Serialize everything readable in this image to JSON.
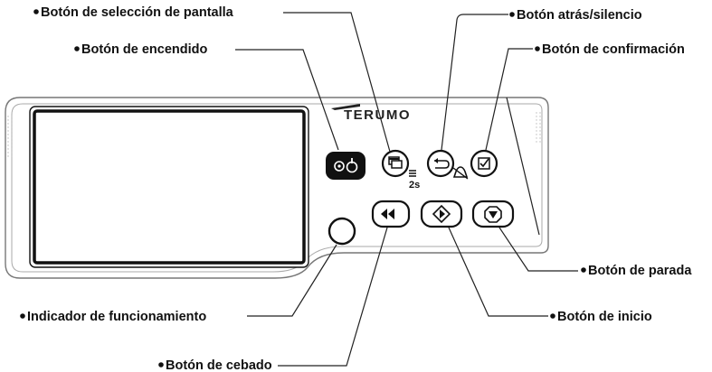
{
  "device": {
    "brand": "TERUMO",
    "hold_time": "2s"
  },
  "labels": {
    "screen_select": "Botón de selección de pantalla",
    "power": "Botón de encendido",
    "back_silence": "Botón atrás/silencio",
    "confirm": "Botón de confirmación",
    "stop": "Botón de parada",
    "start": "Botón de inicio",
    "operation_indicator": "Indicador de funcionamiento",
    "priming": "Botón de cebado"
  },
  "icons": {
    "power": "power-icon",
    "screen_select": "screen-select-icon",
    "back": "back-arrow-icon",
    "silence": "bell-off-icon",
    "confirm": "checkbox-icon",
    "priming": "double-chevron-left-icon",
    "start": "play-diamond-icon",
    "stop": "stop-octagon-icon"
  },
  "colors": {
    "line": "#111111",
    "panel": "#ffffff",
    "power_button": "#111111"
  }
}
